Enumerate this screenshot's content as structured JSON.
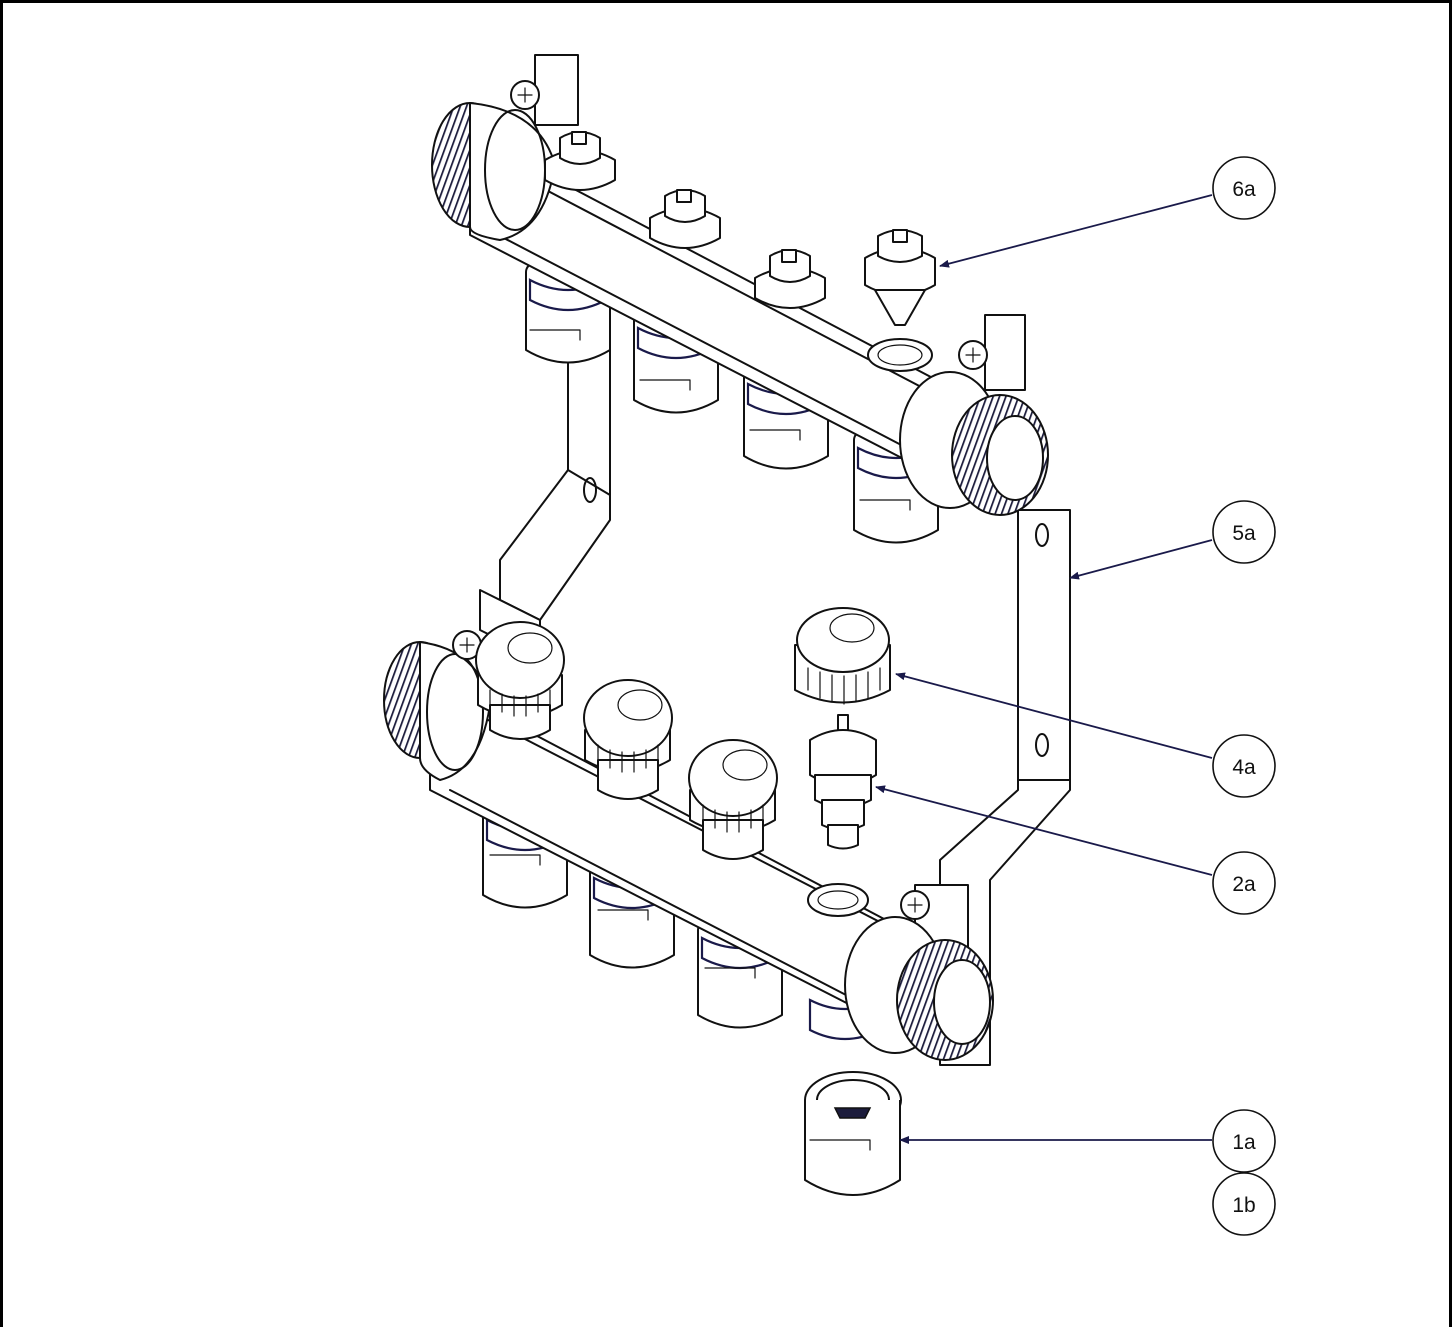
{
  "callouts": [
    {
      "id": "6a",
      "label": "6a"
    },
    {
      "id": "5a",
      "label": "5a"
    },
    {
      "id": "4a",
      "label": "4a"
    },
    {
      "id": "2a",
      "label": "2a"
    },
    {
      "id": "1a",
      "label": "1a"
    },
    {
      "id": "1b",
      "label": "1b"
    }
  ],
  "colors": {
    "ink": "#111111",
    "leader": "#1a1a4a",
    "thread_dark": "#1c1c3c",
    "frame": "#000000"
  }
}
